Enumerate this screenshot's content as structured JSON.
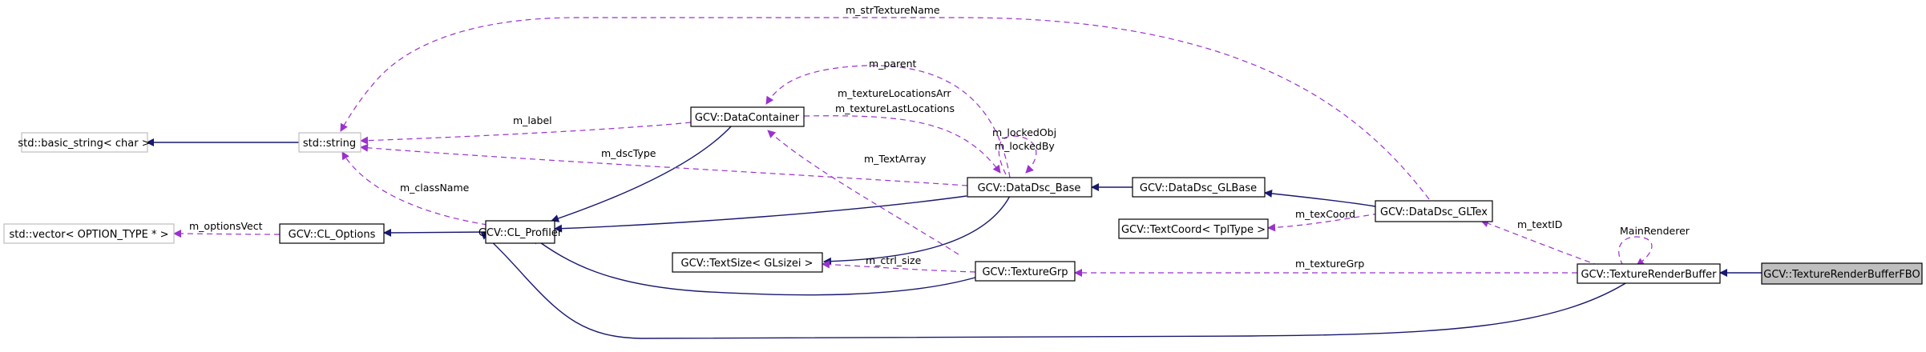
{
  "colors": {
    "inheritance": "#191970",
    "usage": "#9a32cd",
    "focus_fill": "#bfbfbf"
  },
  "nodes": {
    "basic_string": "std::basic_string< char >",
    "string": "std::string",
    "vector": "std::vector< OPTION_TYPE * >",
    "cl_options": "GCV::CL_Options",
    "cl_profiler": "GCV::CL_Profiler",
    "datacontainer": "GCV::DataContainer",
    "datadsc_base": "GCV::DataDsc_Base",
    "textsize": "GCV::TextSize< GLsizei >",
    "texturegrp": "GCV::TextureGrp",
    "datadsc_glbase": "GCV::DataDsc_GLBase",
    "textcoord": "GCV::TextCoord< TplType >",
    "datadsc_gltex": "GCV::DataDsc_GLTex",
    "texturerenderbuffer": "GCV::TextureRenderBuffer",
    "texturerenderbufferfbo": "GCV::TextureRenderBufferFBO"
  },
  "edge_labels": {
    "str_texture_name": "m_strTextureName",
    "parent": "m_parent",
    "label": "m_label",
    "texture_locations_arr": "m_textureLocationsArr",
    "texture_last_locations": "m_textureLastLocations",
    "locked_obj": "m_lockedObj",
    "locked_by": "m_lockedBy",
    "text_array": "m_TextArray",
    "dsc_type": "m_dscType",
    "class_name": "m_className",
    "options_vect": "m_optionsVect",
    "ctrl_size": "m_ctrl_size",
    "tex_coord": "m_texCoord",
    "text_id": "m_textID",
    "main_renderer": "MainRenderer",
    "texture_grp": "m_textureGrp"
  }
}
